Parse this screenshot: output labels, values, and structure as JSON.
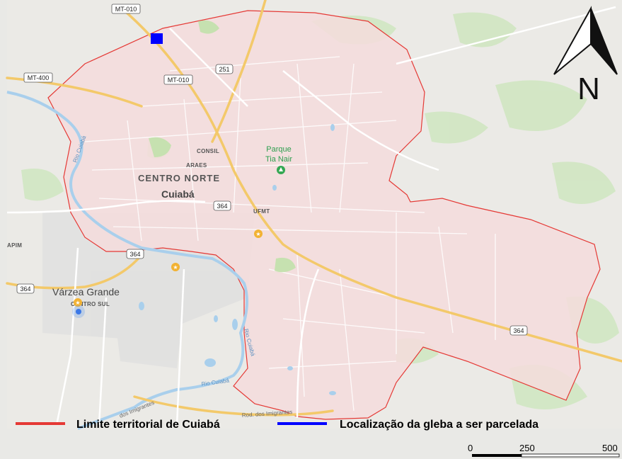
{
  "map": {
    "north_label": "N",
    "roads": {
      "mt010_top": "MT-010",
      "mt010_mid": "MT-010",
      "mt400": "MT-400",
      "br251": "251",
      "br364_center": "364",
      "br364_sw": "364",
      "br364_west": "364",
      "br364_east": "364"
    },
    "places": {
      "centro_norte": "CENTRO NORTE",
      "cuiaba": "Cuiabá",
      "consil": "CONSIL",
      "araes": "ARAES",
      "ufmt": "UFMT",
      "parque_line1": "Parque",
      "parque_line2": "Tia Nair",
      "varzea_grande": "Várzea Grande",
      "centro_sul": "CENTRO SUL",
      "apim": "APIM"
    },
    "rivers": {
      "rio_cuiaba_1": "Rio Cuiabá",
      "rio_cuiaba_2": "Rio Cuiabá",
      "rio_cuiaba_3": "Rio Cuiabá"
    },
    "avenues": {
      "imigrantes_1": "Rod. dos Imigrantes",
      "imigrantes_2": "dos Imigrantes"
    },
    "colors": {
      "boundary": "#e53935",
      "plot": "#0000ff",
      "land": "#eaeaea",
      "urban_fill": "#f6dcdc",
      "water": "#9ec9e8",
      "park": "#c8e3b6",
      "major_road": "#f7d27b"
    }
  },
  "legend": {
    "boundary_label": "Limite territorial de Cuiabá",
    "plot_label": "Localização da gleba a ser parcelada"
  },
  "scale_bar": {
    "ticks": [
      "0",
      "250",
      "500"
    ]
  }
}
